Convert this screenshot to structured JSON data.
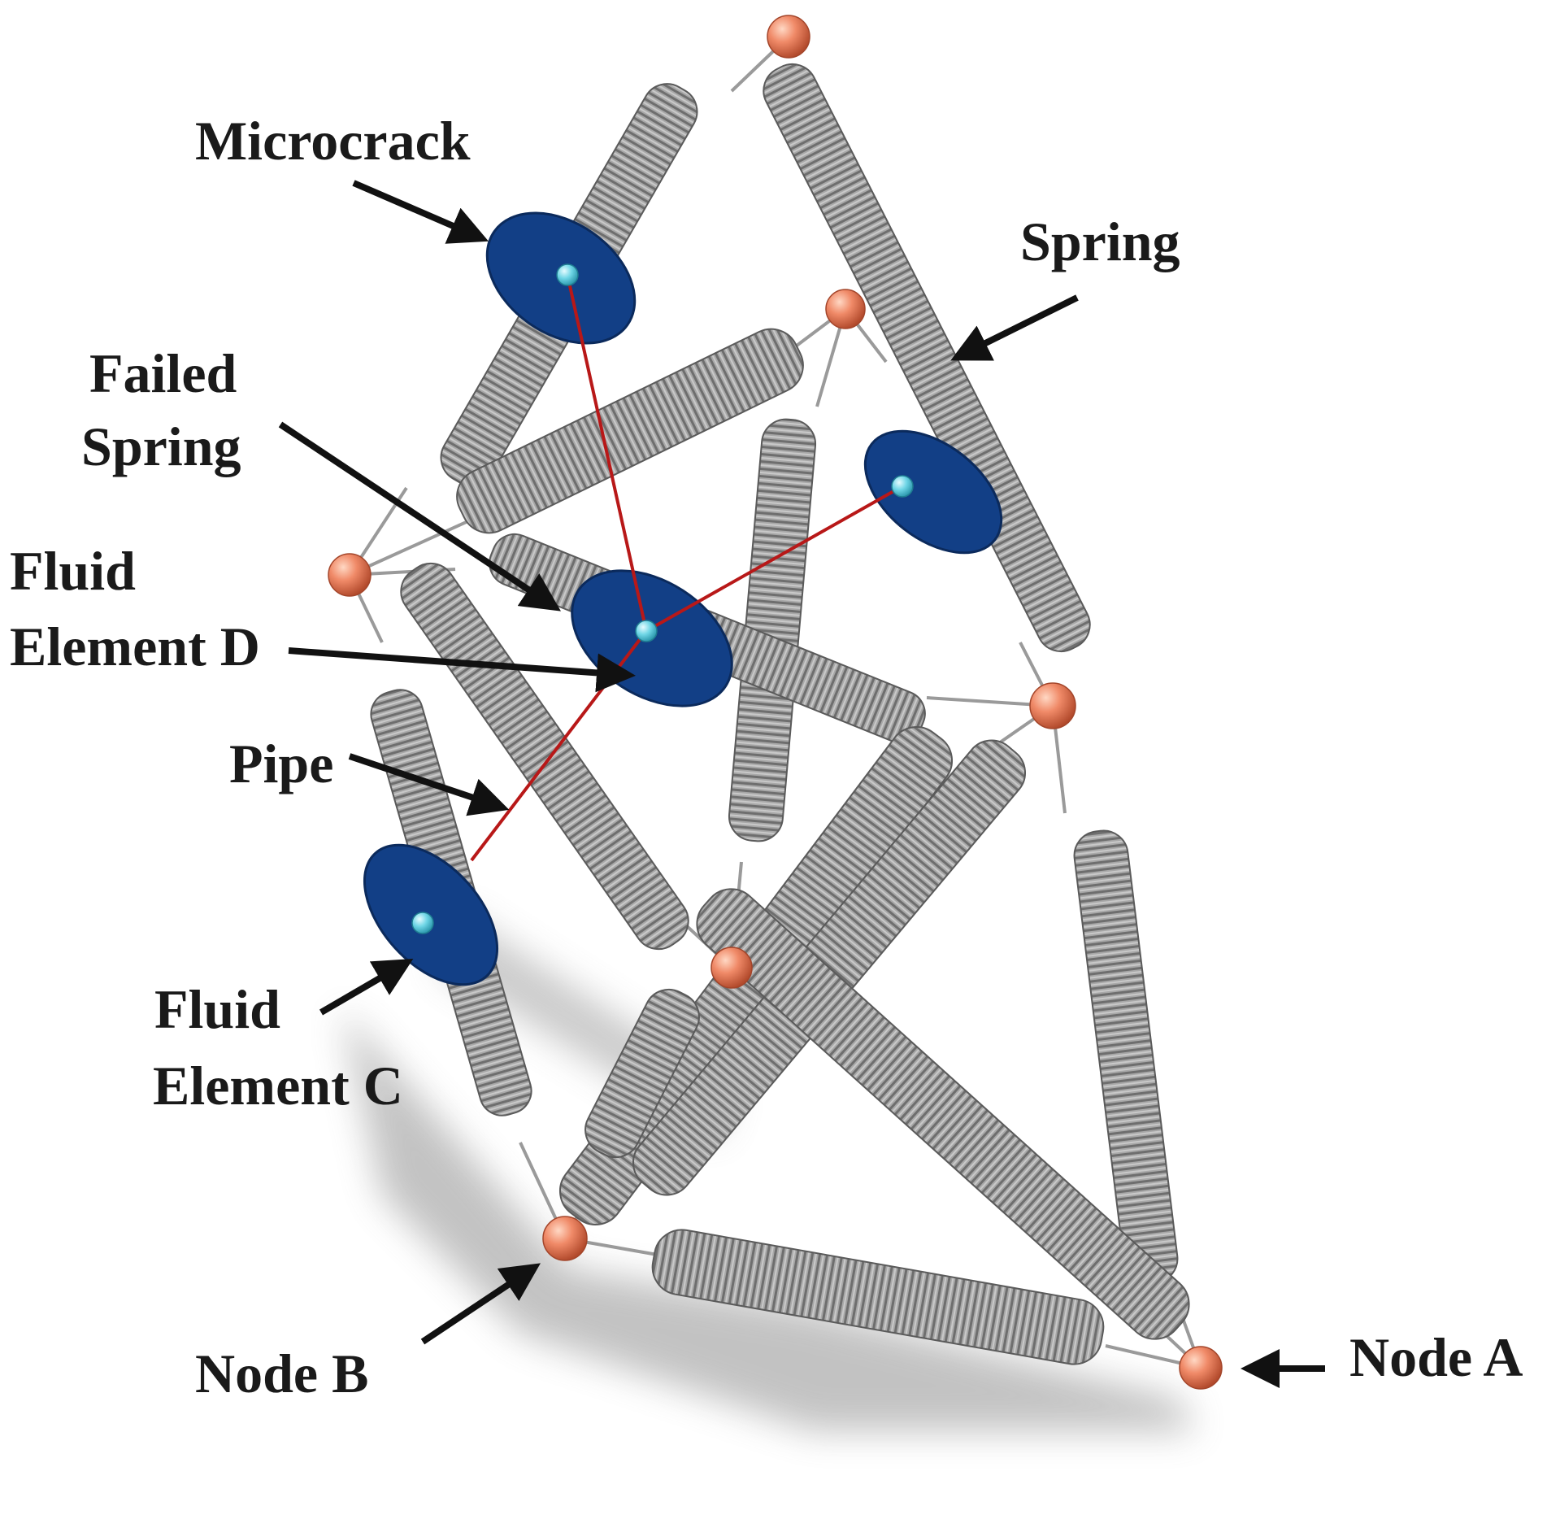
{
  "labels": {
    "microcrack": "Microcrack",
    "spring": "Spring",
    "failed_spring": [
      "Failed",
      "Spring"
    ],
    "fluid_element_d": [
      "Fluid",
      "Element D"
    ],
    "pipe": "Pipe",
    "fluid_element_c": [
      "Fluid",
      "Element C"
    ],
    "node_b": "Node B",
    "node_a": "Node A"
  },
  "colors": {
    "node": "#f08a68",
    "microcrack_disc": "#123f86",
    "fluid_element": "#6fd6e6",
    "pipe": "#b81818",
    "spring": "#8e8e8e",
    "arrow": "#111111"
  }
}
